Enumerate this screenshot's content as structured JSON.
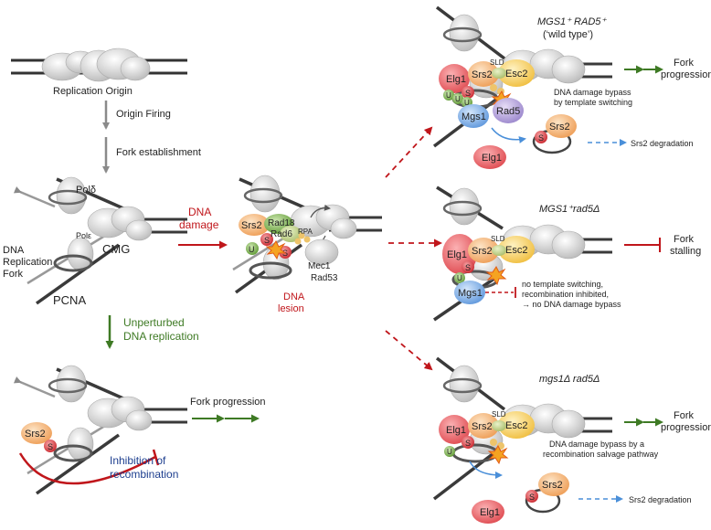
{
  "labels": {
    "replication_origin": "Replication Origin",
    "origin_firing": "Origin Firing",
    "fork_establishment": "Fork establishment",
    "pol_delta": "Polδ",
    "pol_epsilon": "Polε",
    "dna_replication_fork": "DNA\nReplication\nFork",
    "cmg": "CMG",
    "pcna": "PCNA",
    "dna_damage": "DNA\ndamage",
    "unperturbed": "Unperturbed\nDNA replication",
    "fork_progression": "Fork progression",
    "inhibition": "Inhibition of\nrecombination",
    "srs2": "Srs2",
    "s": "S",
    "u": "U",
    "rad18": "Rad18",
    "rad6": "Rad6",
    "rpa": "RPA",
    "mec1": "Mec1",
    "rad53": "Rad53",
    "dna_lesion": "DNA\nlesion",
    "elg1": "Elg1",
    "esc2": "Esc2",
    "sld": "SLD",
    "mgs1": "Mgs1",
    "rad5": "Rad5",
    "wt_title": "MGS1⁺ RAD5⁺",
    "wt_sub": "(‘wild type’)",
    "wt_outcome": "Fork\nprogression",
    "wt_note": "DNA damage bypass\nby template switching",
    "srs2_degradation": "Srs2 degradation",
    "mid_title": "MGS1⁺rad5Δ",
    "mid_outcome": "Fork\nstalling",
    "mid_note": "no template switching,\nrecombination inhibited,\n→ no DNA damage bypass",
    "bot_title": "mgs1Δ rad5Δ",
    "bot_outcome": "Fork\nprogression",
    "bot_note": "DNA damage bypass by a\nrecombination salvage pathway"
  },
  "colors": {
    "dna": "#3a3a3a",
    "grey_arrow": "#8a8a8a",
    "red": "#c0161b",
    "green": "#3e7a24",
    "blue": "#4a8fd9",
    "srs2": "#f6b37a",
    "sumo": "#e2464c",
    "elg1": "#ea6f72",
    "esc2": "#f6d470",
    "mgs1": "#7fb0ea",
    "rad5": "#b7a6dc",
    "ub": "#7fb648"
  }
}
